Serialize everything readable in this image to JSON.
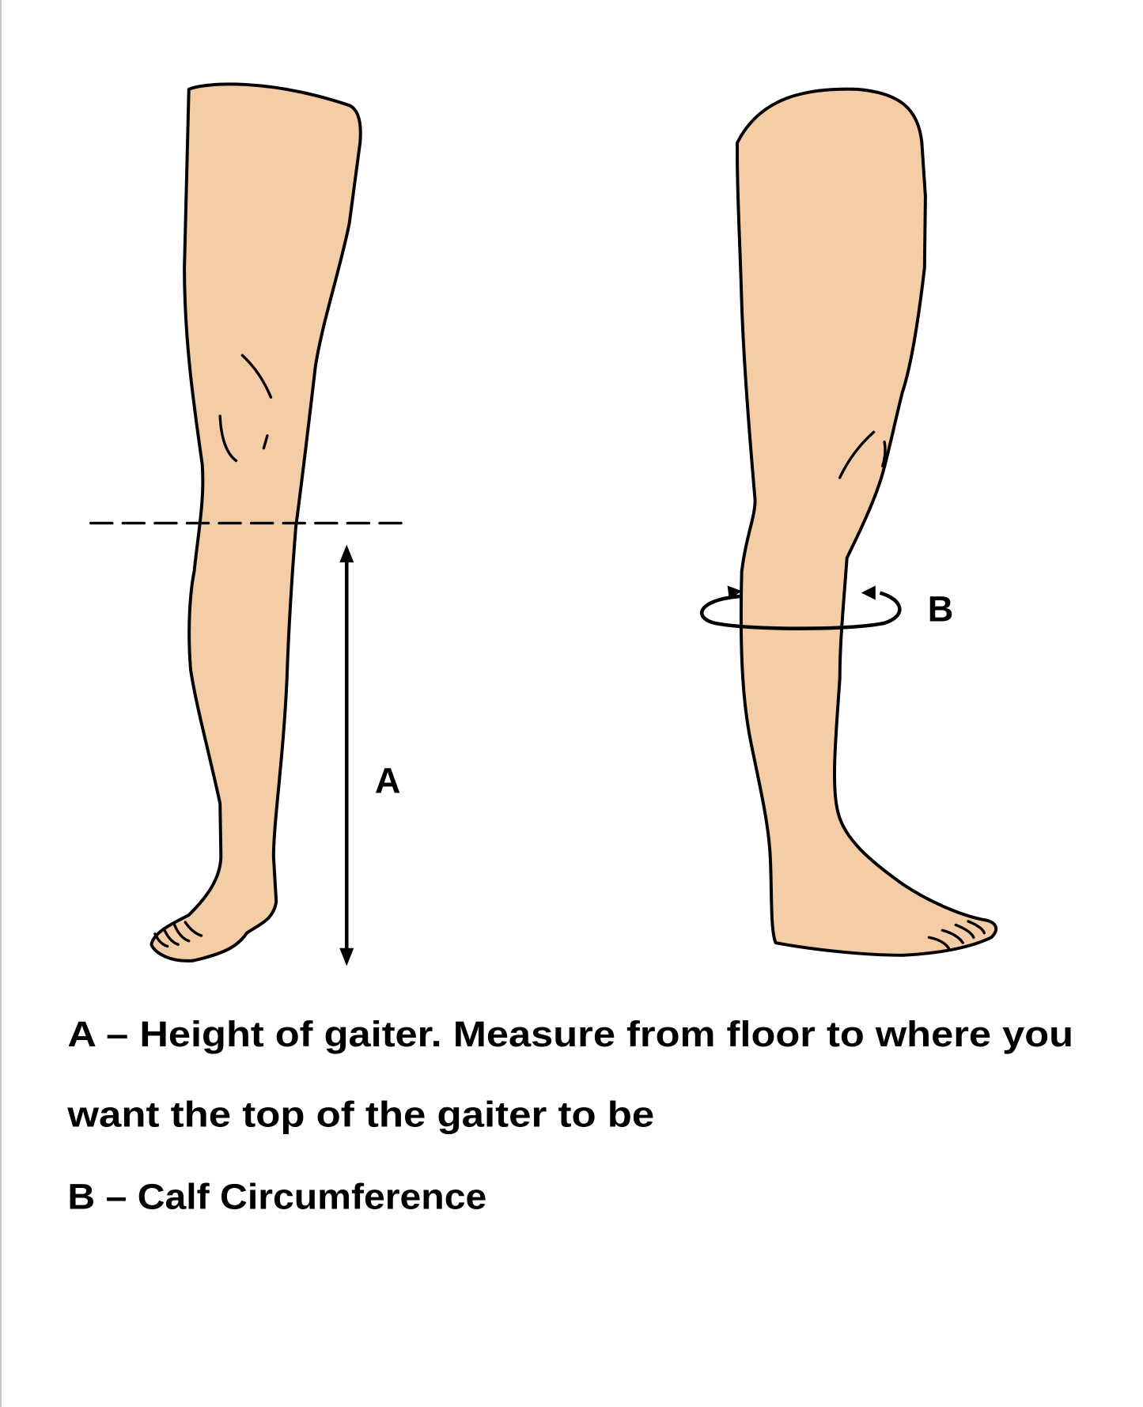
{
  "diagram": {
    "label_a": "A",
    "label_b": "B",
    "skin_color": "#f4cca5",
    "line_color": "#000000"
  },
  "captions": [
    "A – Height of gaiter. Measure from floor to where you",
    "want the top of the gaiter to be",
    "B – Calf Circumference"
  ]
}
